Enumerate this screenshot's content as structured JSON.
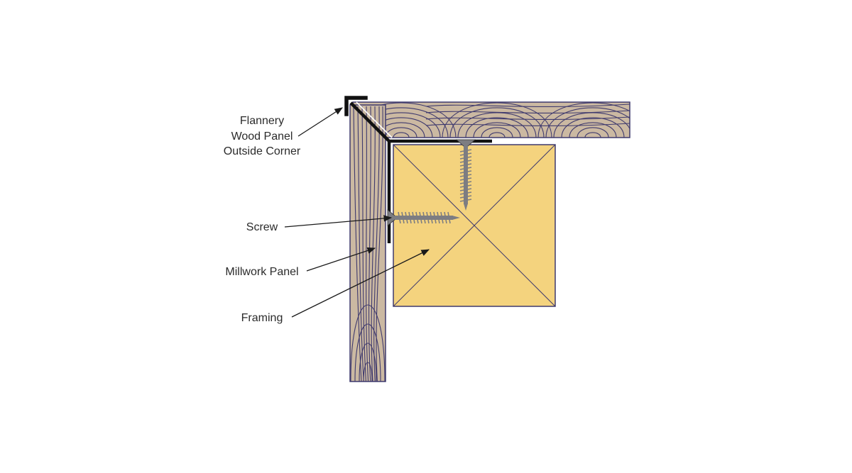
{
  "labels": {
    "corner_line1": "Flannery",
    "corner_line2": "Wood Panel",
    "corner_line3": "Outside Corner",
    "screw": "Screw",
    "millwork_panel": "Millwork Panel",
    "framing": "Framing"
  },
  "colors": {
    "wood": "#cbb9a2",
    "grain": "#3f3a6e",
    "framing": "#f4d37e",
    "trim": "#111111",
    "screw": "#7d7d82",
    "text": "#2b2b2b"
  }
}
